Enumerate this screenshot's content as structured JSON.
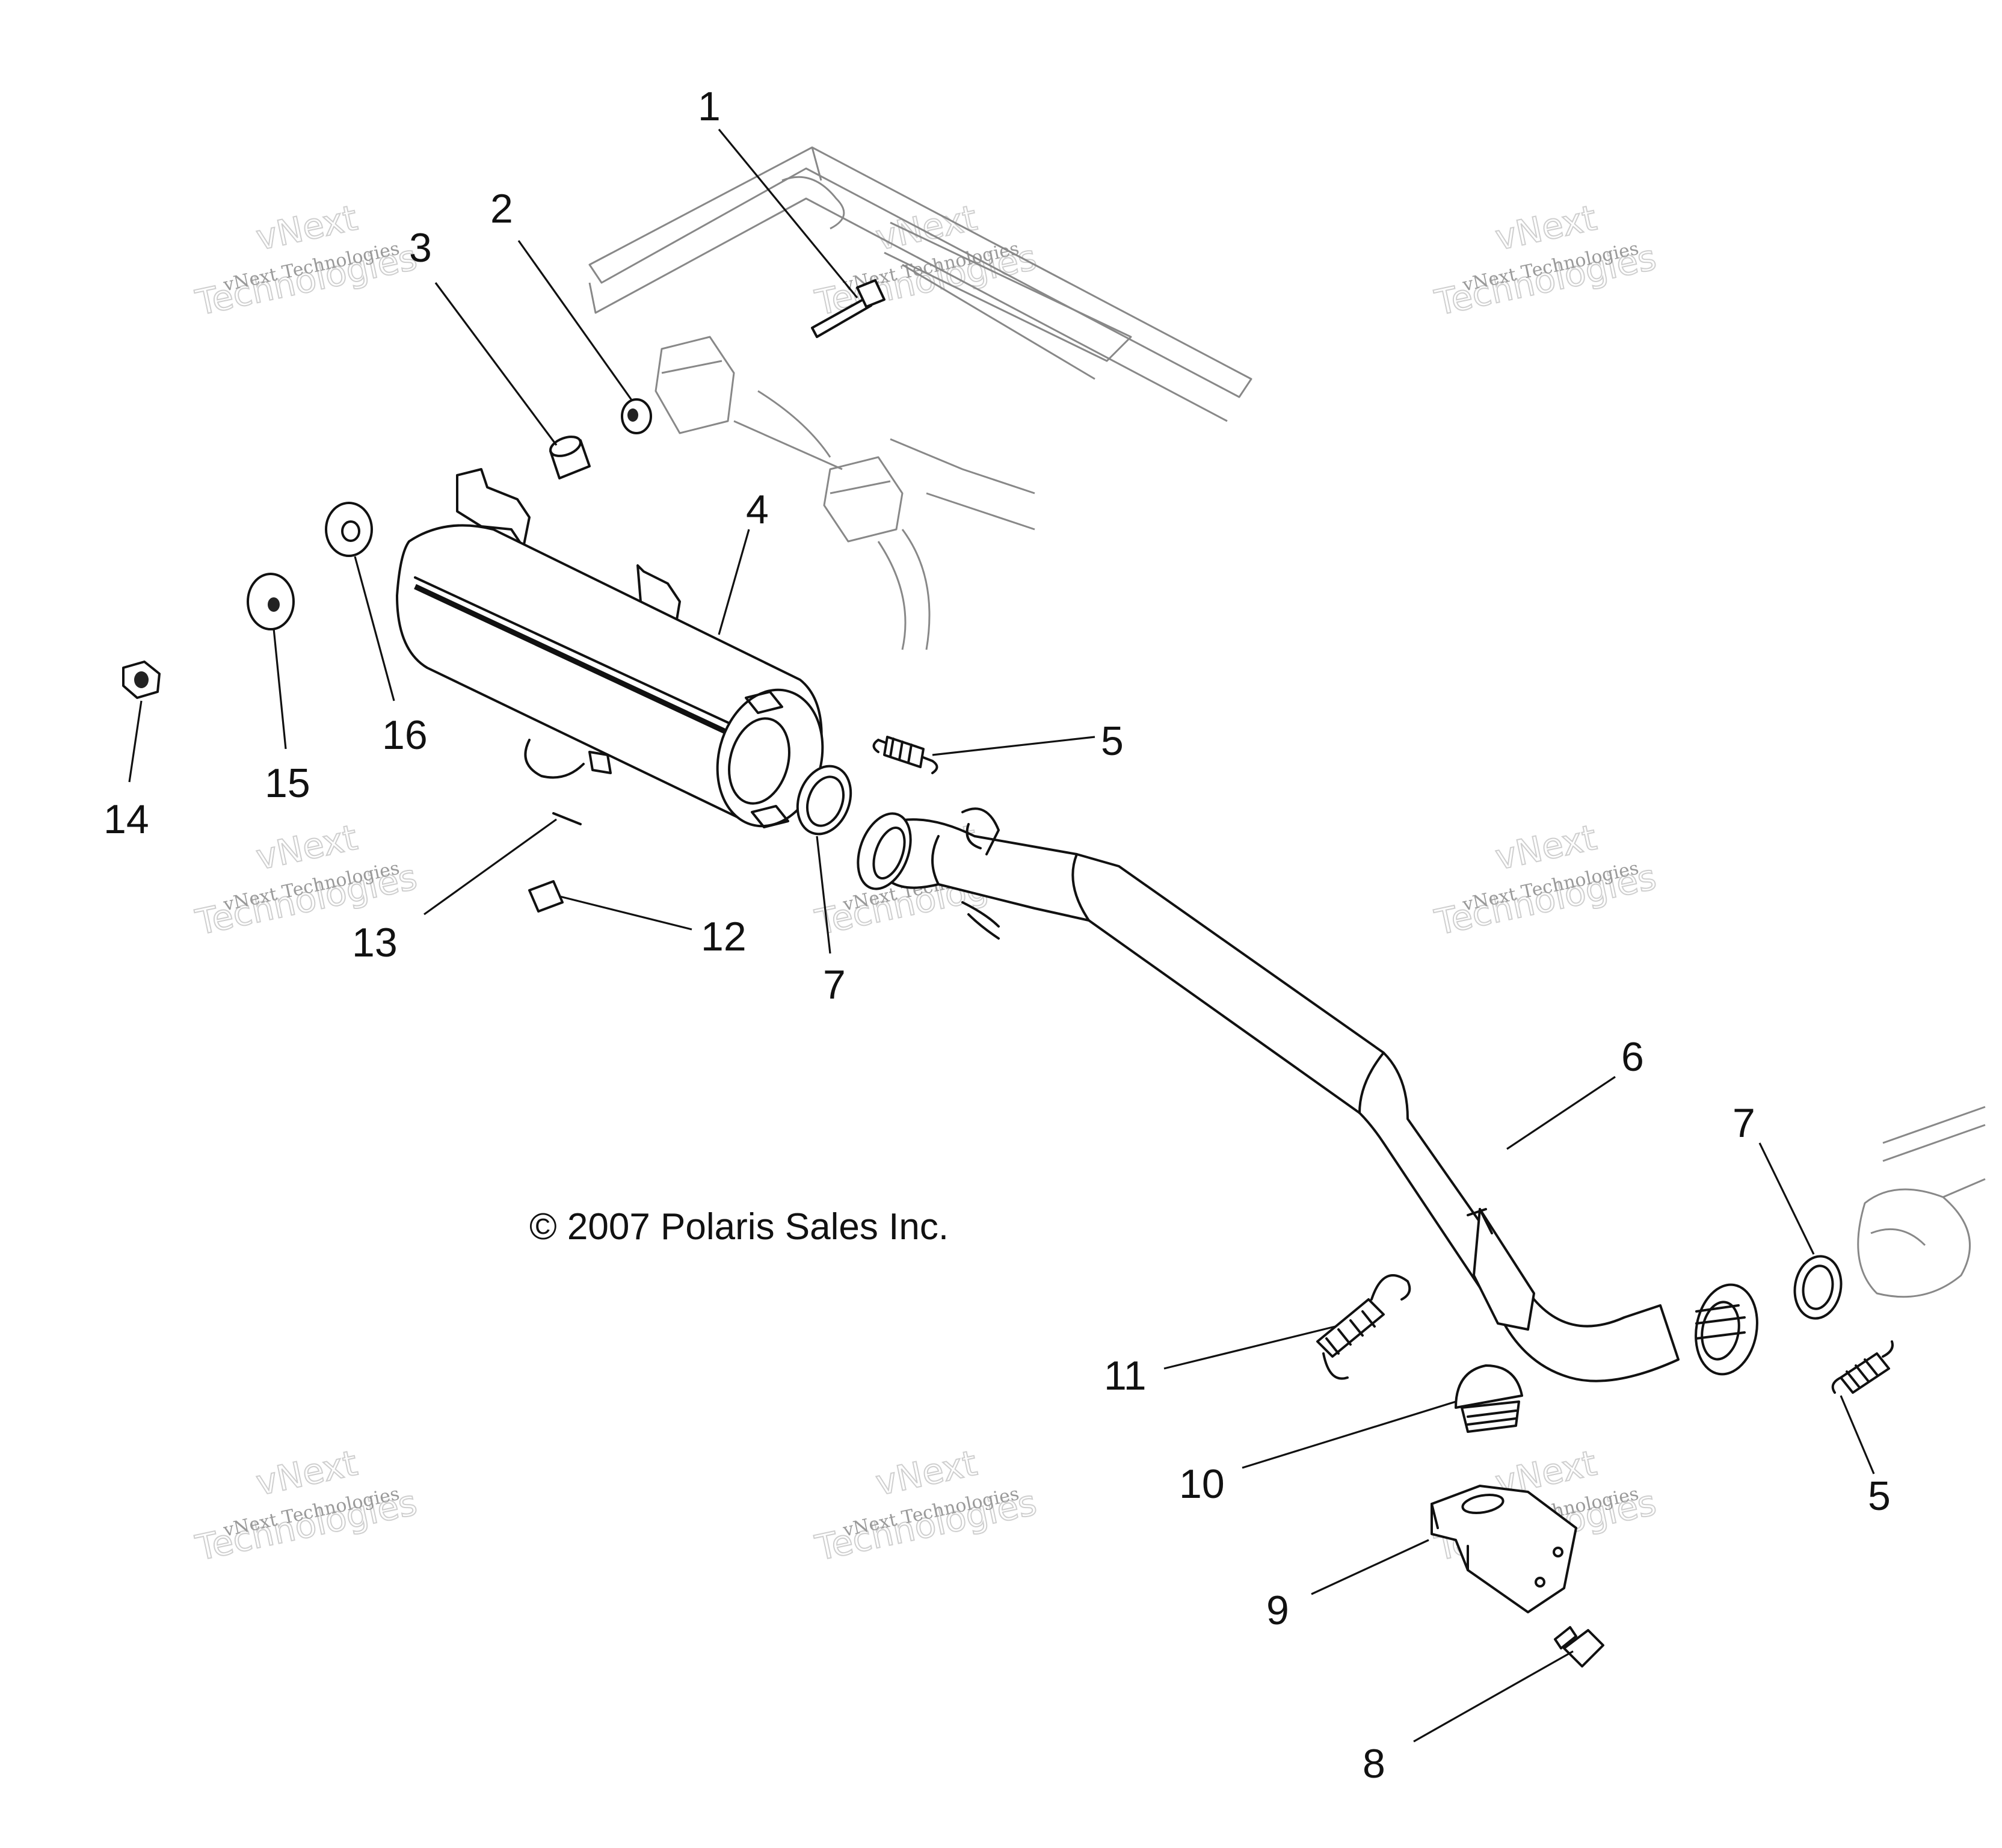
{
  "diagram": {
    "copyright": "© 2007 Polaris Sales Inc.",
    "watermark_line1": "vNext",
    "watermark_line2": "vNext Technologies",
    "watermark_line3": "Technologies",
    "callouts": [
      {
        "id": "c1",
        "label": "1"
      },
      {
        "id": "c2",
        "label": "2"
      },
      {
        "id": "c3",
        "label": "3"
      },
      {
        "id": "c4",
        "label": "4"
      },
      {
        "id": "c5a",
        "label": "5"
      },
      {
        "id": "c5b",
        "label": "5"
      },
      {
        "id": "c6",
        "label": "6"
      },
      {
        "id": "c7a",
        "label": "7"
      },
      {
        "id": "c7b",
        "label": "7"
      },
      {
        "id": "c8",
        "label": "8"
      },
      {
        "id": "c9",
        "label": "9"
      },
      {
        "id": "c10",
        "label": "10"
      },
      {
        "id": "c11",
        "label": "11"
      },
      {
        "id": "c12",
        "label": "12"
      },
      {
        "id": "c13",
        "label": "13"
      },
      {
        "id": "c14",
        "label": "14"
      },
      {
        "id": "c15",
        "label": "15"
      },
      {
        "id": "c16",
        "label": "16"
      }
    ]
  }
}
